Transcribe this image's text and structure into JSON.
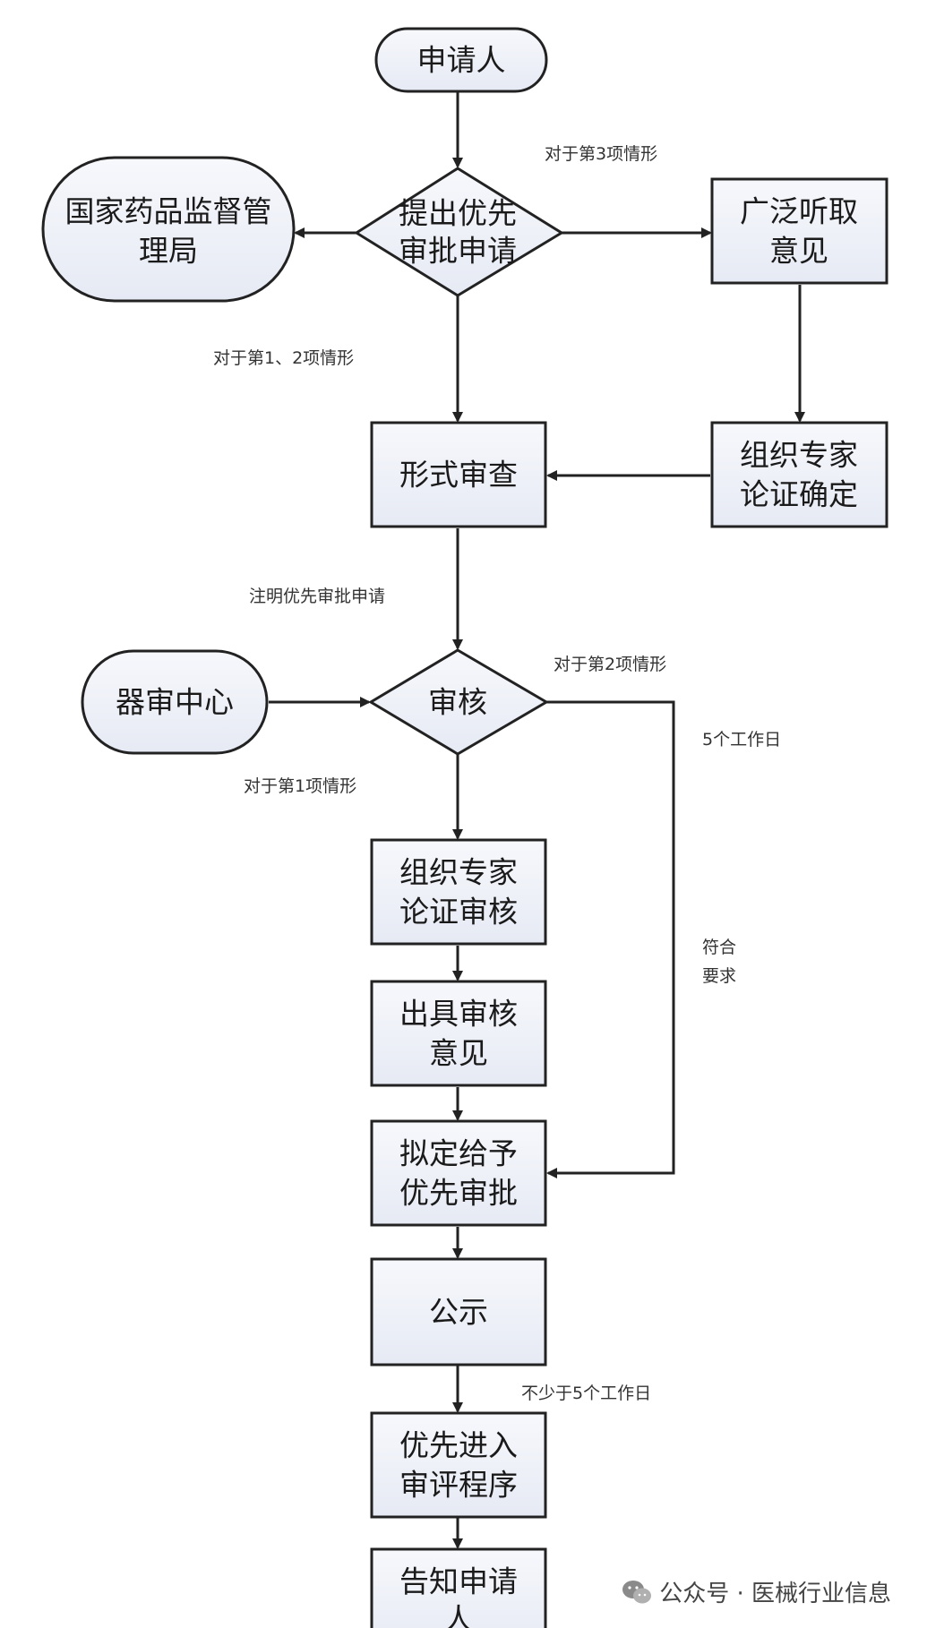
{
  "nodes": {
    "applicant": [
      "申请人"
    ],
    "nmpa": [
      "国家药品监督管",
      "理局"
    ],
    "submit": [
      "提出优先",
      "审批申请"
    ],
    "consult": [
      "广泛听取",
      "意见"
    ],
    "formal": [
      "形式审查"
    ],
    "expert_confirm": [
      "组织专家",
      "论证确定"
    ],
    "center": [
      "器审中心"
    ],
    "audit": [
      "审核"
    ],
    "expert_audit": [
      "组织专家",
      "论证审核"
    ],
    "opinion": [
      "出具审核",
      "意见"
    ],
    "propose": [
      "拟定给予",
      "优先审批"
    ],
    "publicity": [
      "公示"
    ],
    "enter": [
      "优先进入",
      "审评程序"
    ],
    "notify": [
      "告知申请",
      "人"
    ]
  },
  "edge_labels": {
    "case3": "对于第3项情形",
    "case12": "对于第1、2项情形",
    "mark": "注明优先审批申请",
    "case2": "对于第2项情形",
    "days5": "5个工作日",
    "case1": "对于第1项情形",
    "meets": [
      "符合",
      "要求"
    ],
    "min5": "不少于5个工作日"
  },
  "watermark": "公众号 · 医械行业信息",
  "colors": {
    "node_fill": "#eef1f8",
    "stroke": "#222222"
  }
}
